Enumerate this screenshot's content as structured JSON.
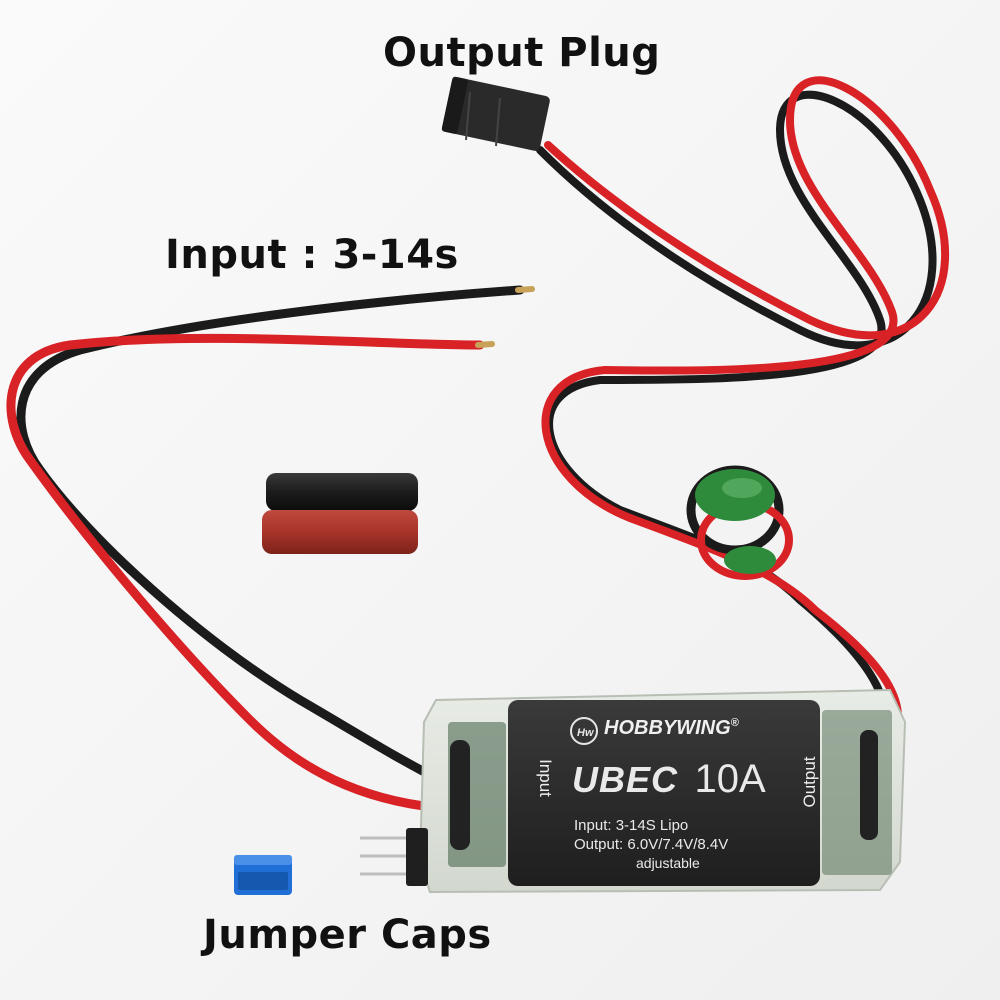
{
  "callouts": {
    "output_plug": "Output Plug",
    "input": "Input : 3-14s",
    "jumper_caps": "Jumper Caps"
  },
  "module": {
    "brand": "HOBBYWING",
    "brand_mark": "®",
    "model": "UBEC",
    "current": "10A",
    "side_left": "Input",
    "side_right": "Output",
    "spec_input": "Input: 3-14S Lipo",
    "spec_output": "Output: 6.0V/7.4V/8.4V",
    "spec_note": "adjustable"
  },
  "colors": {
    "wire_red": "#d92226",
    "wire_black": "#1b1b1b",
    "module_body": "#2b2b2b",
    "ferrite_green": "#2e8b3c",
    "jumper_blue": "#1f6fd6",
    "shrink_red": "#a8342a",
    "shrink_black": "#1c1c1c"
  }
}
